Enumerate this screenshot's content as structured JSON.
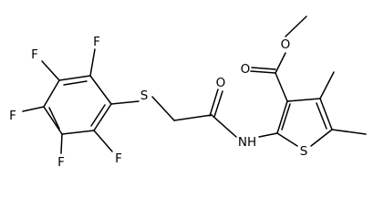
{
  "molecule": {
    "atom_labels": {
      "f_top": "F",
      "f_upper_left": "F",
      "f_left": "F",
      "f_lower_left": "F",
      "f_bottom": "F",
      "s_thioether": "S",
      "o_carbonyl": "O",
      "nh": "NH",
      "s_thiophene": "S",
      "o_ester_carbonyl": "O",
      "o_ester": "O"
    }
  }
}
